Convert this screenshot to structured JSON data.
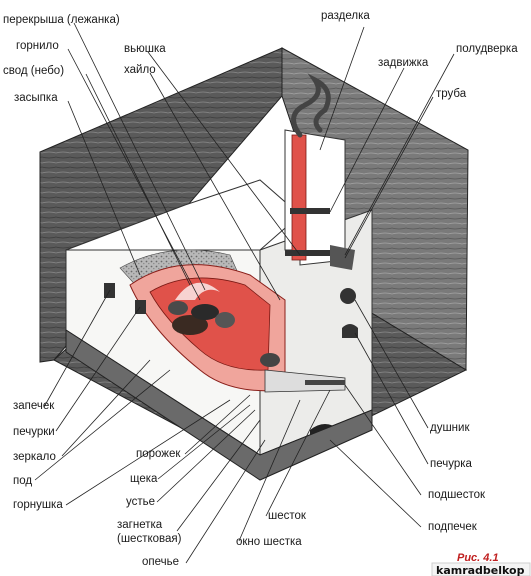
{
  "labels": {
    "perekryshа": "перекрыша (лежанка)",
    "gornilo": "горнило",
    "svod": "свод (небо)",
    "zasypka": "засыпка",
    "vyushka": "вьюшка",
    "khailo": "хайло",
    "razdelka": "разделка",
    "zadvizhka": "задвижка",
    "poludverka": "полудверка",
    "truba": "труба",
    "zapechek": "запечек",
    "pechurki": "печурки",
    "zerkalo": "зеркало",
    "pod": "под",
    "gornushka": "горнушка",
    "porozhek": "порожек",
    "shcheka": "щека",
    "ustye": "устье",
    "zagnetka_1": "загнетка",
    "zagnetka_2": "(шестковая)",
    "opechye": "опечье",
    "dushnik": "душник",
    "pechurka": "печурка",
    "podshestok": "подшесток",
    "podpechek": "подпечек",
    "shestok": "шесток",
    "okno_shestka": "окно шестка"
  },
  "figure_label": "Рис. 4.1",
  "watermark": "kamradbelkop",
  "colors": {
    "wood": "#4a4a4a",
    "wood_light": "#6e6e6e",
    "stone": "#f7f7f5",
    "fire": "#e0524a",
    "fire_light": "#f0a59c",
    "text": "#1a1a1a"
  }
}
